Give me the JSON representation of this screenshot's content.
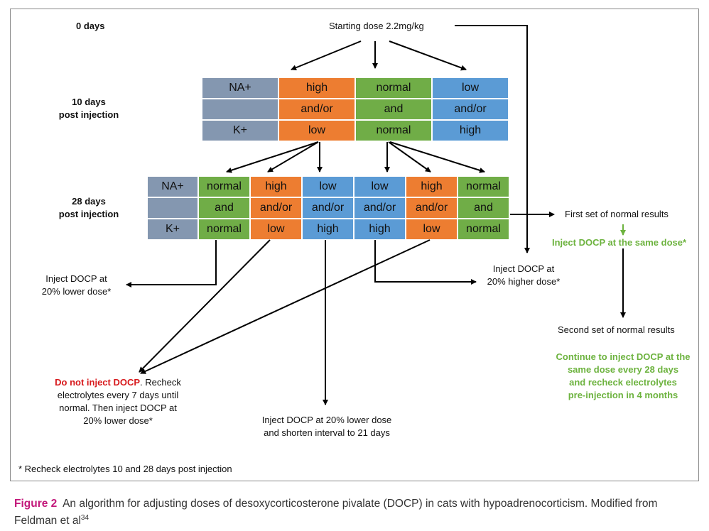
{
  "stages": {
    "day0": "0 days",
    "day10": [
      "10 days",
      "post injection"
    ],
    "day28": [
      "28 days",
      "post injection"
    ]
  },
  "starting_dose": "Starting dose 2.2mg/kg",
  "colors": {
    "grey": "#8497b0",
    "orange": "#ed7d31",
    "green": "#70ad47",
    "blue": "#5b9bd5",
    "accent_green": "#6db33f",
    "red": "#d7191c"
  },
  "table10": {
    "row_labels": [
      "NA+",
      "",
      "K+"
    ],
    "columns": [
      {
        "color": "orange",
        "cells": [
          "high",
          "and/or",
          "low"
        ]
      },
      {
        "color": "green",
        "cells": [
          "normal",
          "and",
          "normal"
        ]
      },
      {
        "color": "blue",
        "cells": [
          "low",
          "and/or",
          "high"
        ]
      }
    ]
  },
  "table28": {
    "row_labels": [
      "NA+",
      "",
      "K+"
    ],
    "columns": [
      {
        "color": "green",
        "cells": [
          "normal",
          "and",
          "normal"
        ]
      },
      {
        "color": "orange",
        "cells": [
          "high",
          "and/or",
          "low"
        ]
      },
      {
        "color": "blue",
        "cells": [
          "low",
          "and/or",
          "high"
        ]
      },
      {
        "color": "blue",
        "cells": [
          "low",
          "and/or",
          "high"
        ]
      },
      {
        "color": "orange",
        "cells": [
          "high",
          "and/or",
          "low"
        ]
      },
      {
        "color": "green",
        "cells": [
          "normal",
          "and",
          "normal"
        ]
      }
    ]
  },
  "outcomes": {
    "lower20": [
      "Inject DOCP at",
      "20% lower dose*"
    ],
    "higher20": [
      "Inject DOCP at",
      "20% higher dose*"
    ],
    "do_not_inject_red": "Do not inject DOCP",
    "do_not_inject_rest": [
      ". Recheck",
      "electrolytes every 7 days until",
      "normal. Then inject DOCP at",
      "20% lower dose*"
    ],
    "lower_shorten": [
      "Inject DOCP at 20% lower dose",
      "and shorten interval to 21 days"
    ],
    "first_normal": "First set of normal results",
    "same_dose": "Inject DOCP at the same dose*",
    "second_normal": "Second set of normal results",
    "continue": [
      "Continue to inject DOCP at the",
      "same dose every 28 days",
      "and recheck electrolytes",
      "pre-injection in 4 months"
    ]
  },
  "footnote": "* Recheck electrolytes 10 and 28 days post injection",
  "caption": {
    "label": "Figure 2",
    "text": "An algorithm for adjusting doses of desoxycorticosterone pivalate (DOCP) in cats with hypoadrenocorticism. Modified from Feldman et al",
    "superscript": "34"
  }
}
